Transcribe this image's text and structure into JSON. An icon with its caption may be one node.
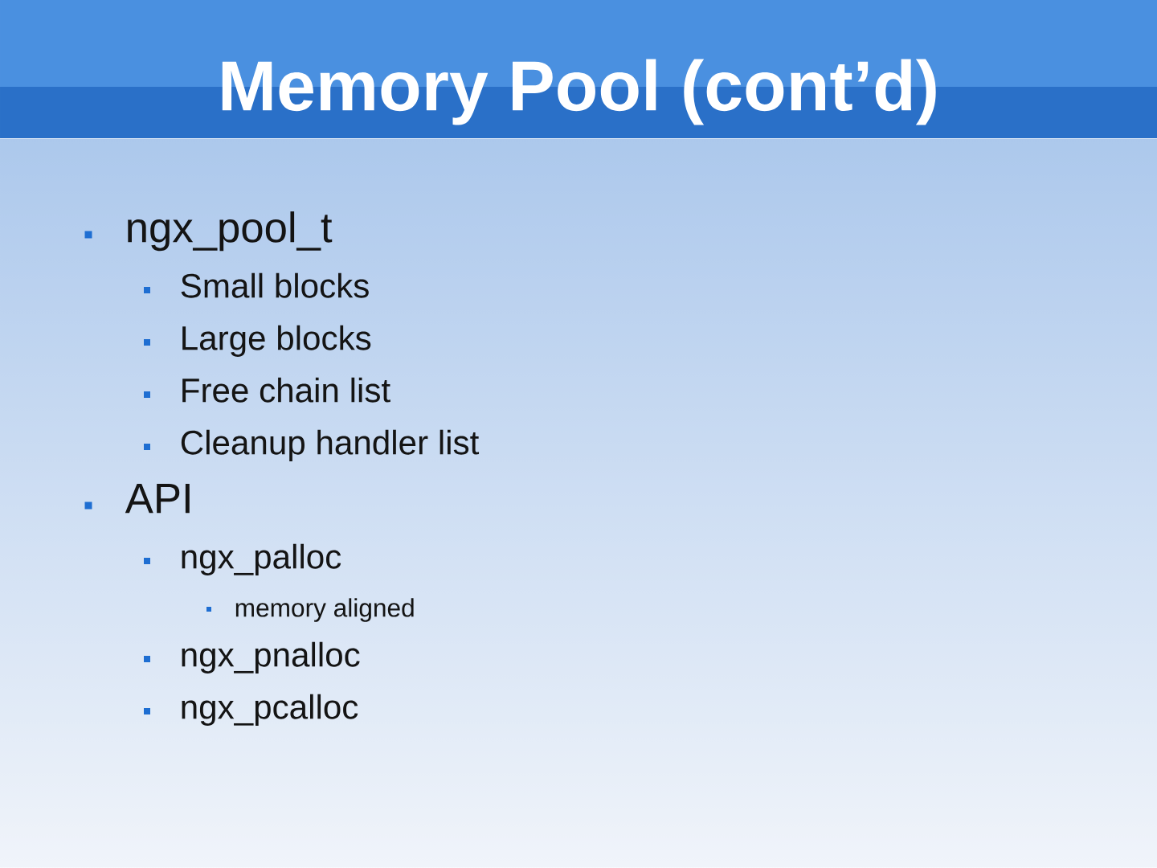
{
  "diagram": {
    "title": "Memory Pool (cont’d)",
    "labels": [
      "ngx_pool_t",
      "Small blocks",
      "Large blocks",
      "Free chain list",
      "Cleanup handler list",
      "API",
      "ngx_palloc",
      "memory aligned",
      "ngx_pnalloc",
      "ngx_pcalloc"
    ]
  }
}
